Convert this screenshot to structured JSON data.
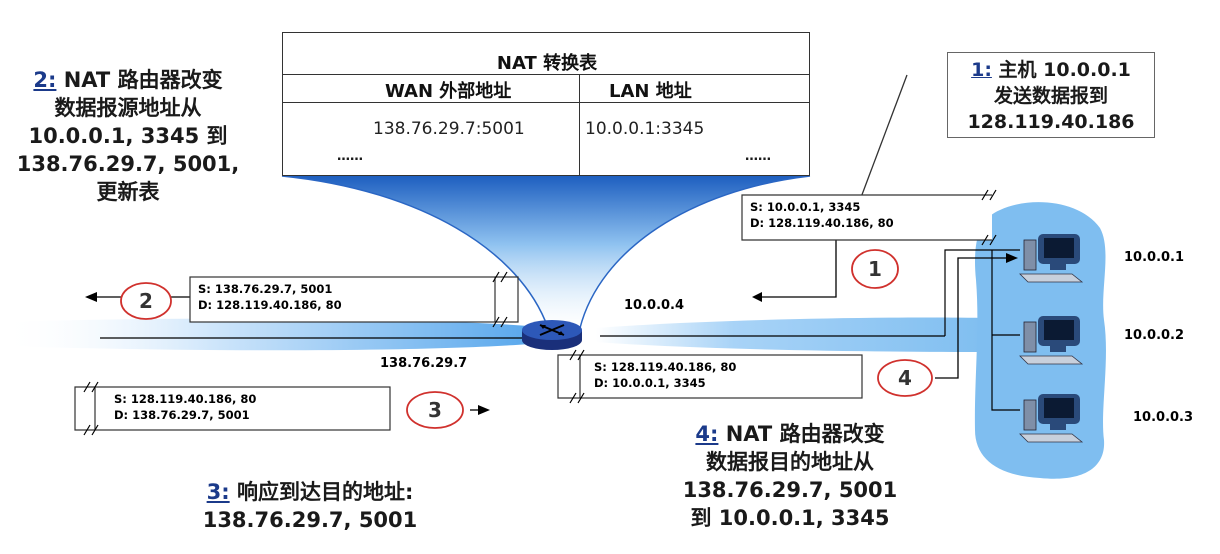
{
  "nat_table": {
    "title": "NAT 转换表",
    "col_wan": "WAN 外部地址",
    "col_lan": "LAN 地址",
    "row_wan": "138.76.29.7:5001",
    "row_lan": "10.0.0.1:3345",
    "ellipsis_wan": "……",
    "ellipsis_lan": "……"
  },
  "note1": {
    "step": "1:",
    "line1": " 主机 10.0.0.1",
    "line2": "发送数据报到",
    "line3": "128.119.40.186"
  },
  "note2": {
    "step": "2:",
    "line1": " NAT 路由器改变",
    "line2": "数据报源地址从",
    "line3": "10.0.0.1, 3345 到",
    "line4": "138.76.29.7, 5001,",
    "line5": "更新表"
  },
  "note3": {
    "step": "3:",
    "line1": " 响应到达目的地址:",
    "line2": "138.76.29.7, 5001"
  },
  "note4": {
    "step": "4:",
    "line1": " NAT 路由器改变",
    "line2": "数据报目的地址从",
    "line3": "138.76.29.7, 5001",
    "line4": "到 10.0.0.1, 3345"
  },
  "packets": {
    "p1": {
      "src": "S: 10.0.0.1, 3345",
      "dst": "D: 128.119.40.186, 80",
      "num": "1"
    },
    "p2": {
      "src": "S: 138.76.29.7, 5001",
      "dst": "D: 128.119.40.186, 80",
      "num": "2"
    },
    "p3": {
      "src": "S: 128.119.40.186, 80",
      "dst": "D: 138.76.29.7, 5001",
      "num": "3"
    },
    "p4": {
      "src": "S: 128.119.40.186, 80",
      "dst": "D: 10.0.0.1, 3345",
      "num": "4"
    }
  },
  "addresses": {
    "router_lan": "10.0.0.4",
    "router_wan": "138.76.29.7",
    "host1": "10.0.0.1",
    "host2": "10.0.0.2",
    "host3": "10.0.0.3"
  },
  "colors": {
    "step_blue": "#1b3a8a",
    "badge_red": "#d0312d",
    "lan_blue": "#7fbef0",
    "box_border": "#555555"
  }
}
